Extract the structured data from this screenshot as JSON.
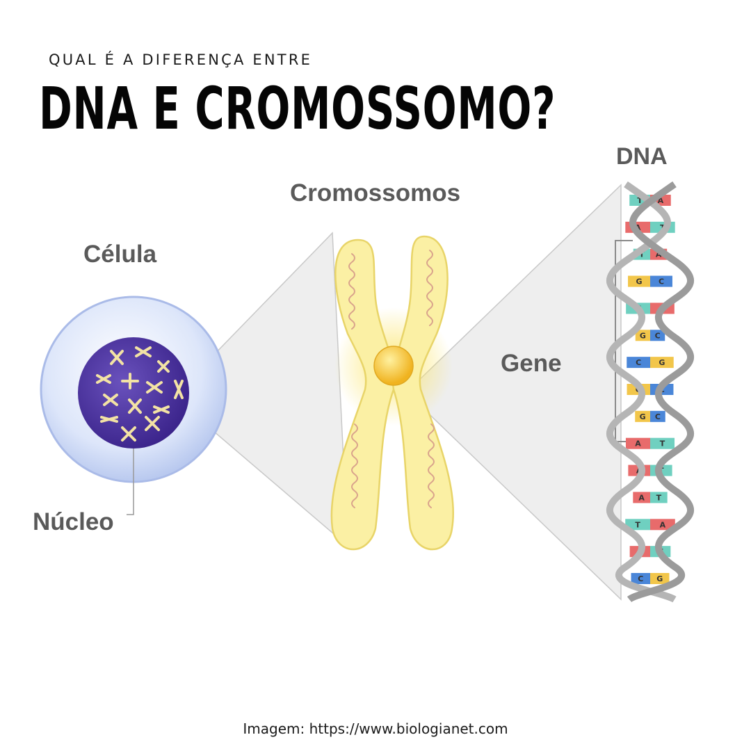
{
  "header": {
    "subtitle": "QUAL É A DIFERENÇA ENTRE",
    "title": "DNA E CROMOSSOMO?"
  },
  "diagram": {
    "labels": {
      "dna": "DNA",
      "chromosomes": "Cromossomos",
      "cell": "Célula",
      "gene": "Gene",
      "nucleus": "Núcleo"
    },
    "dna_base_pairs": [
      [
        "T",
        "A"
      ],
      [
        "A",
        "T"
      ],
      [
        "T",
        "A"
      ],
      [
        "G",
        "C"
      ],
      [
        "T",
        "A"
      ],
      [
        "G",
        "C"
      ],
      [
        "C",
        "G"
      ],
      [
        "G",
        "C"
      ],
      [
        "G",
        "C"
      ],
      [
        "A",
        "T"
      ],
      [
        "A",
        "T"
      ],
      [
        "A",
        "T"
      ],
      [
        "T",
        "A"
      ],
      [
        "A",
        "T"
      ],
      [
        "C",
        "G"
      ]
    ],
    "colors": {
      "A": "#e86b6b",
      "T": "#6fd0c0",
      "G": "#f2c64a",
      "C": "#4a86d8",
      "cell_membrane": "#c9d8f5",
      "nucleus": "#5b40a8",
      "chromosome": "#fbf0a4",
      "centromere": "#f5c242",
      "zoom_panel": "#eeeeee"
    }
  },
  "footer": {
    "credit": "Imagem: https://www.biologianet.com"
  }
}
